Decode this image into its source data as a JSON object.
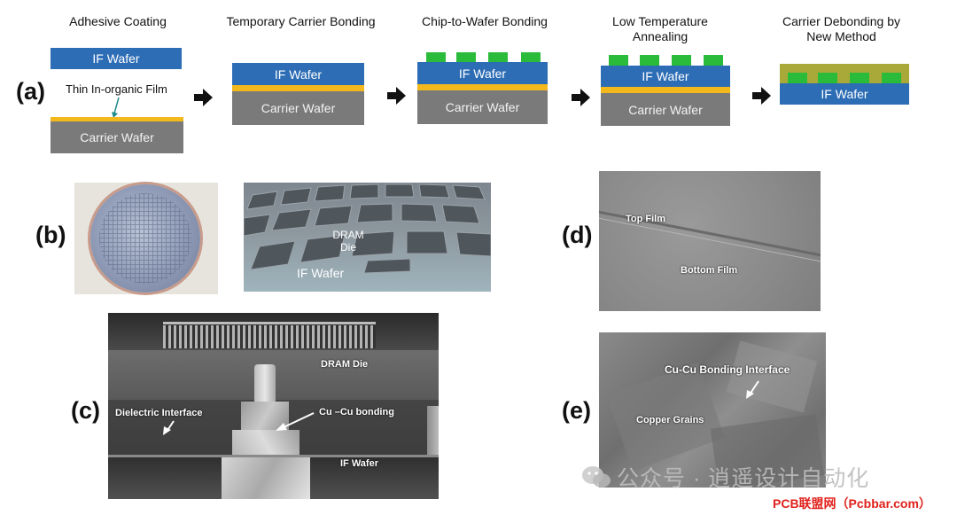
{
  "panel_a": {
    "label": "(a)",
    "steps": [
      {
        "title": "Adhesive Coating"
      },
      {
        "title": "Temporary Carrier Bonding"
      },
      {
        "title": "Chip-to-Wafer Bonding"
      },
      {
        "title": "Low Temperature\nAnnealing"
      },
      {
        "title": "Carrier Debonding by\nNew Method"
      }
    ],
    "if_wafer": "IF Wafer",
    "carrier_wafer": "Carrier Wafer",
    "film_label": "Thin In-organic Film"
  },
  "panel_b": {
    "label": "(b)",
    "die_label": "DRAM\nDie",
    "wafer_label": "IF Wafer"
  },
  "panel_c": {
    "label": "(c)",
    "dram_die": "DRAM Die",
    "dielectric": "Dielectric Interface",
    "cu_bonding": "Cu –Cu bonding",
    "if_wafer": "IF Wafer"
  },
  "panel_d": {
    "label": "(d)",
    "top_film": "Top Film",
    "bottom_film": "Bottom Film"
  },
  "panel_e": {
    "label": "(e)",
    "interface": "Cu-Cu Bonding Interface",
    "grains": "Copper Grains"
  },
  "watermark": {
    "text": "公众号 · 逍遥设计自动化",
    "site": "PCB联盟网（Pcbbar.com）"
  },
  "colors": {
    "if_wafer": "#2d6db5",
    "carrier": "#7a7a7a",
    "film": "#f2b81c",
    "chip": "#2bbb3a",
    "site_text": "#e0201b"
  }
}
